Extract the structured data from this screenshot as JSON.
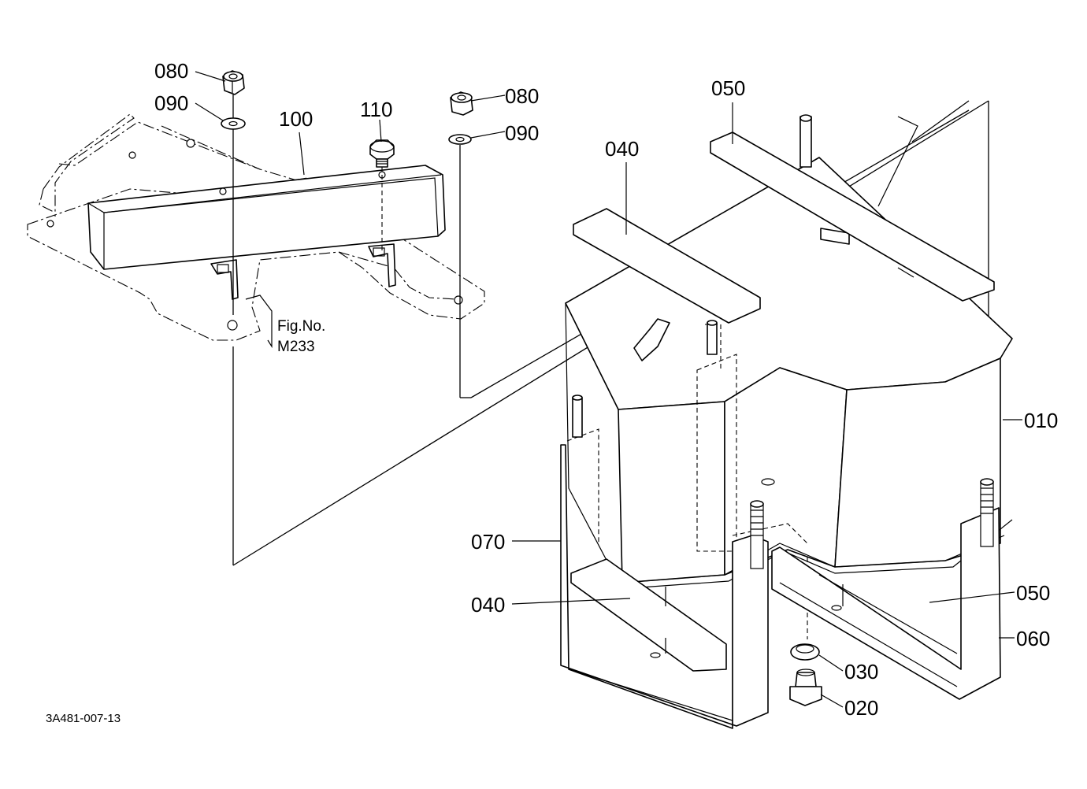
{
  "callouts": {
    "c080a": "080",
    "c090a": "090",
    "c100": "100",
    "c110": "110",
    "c080b": "080",
    "c090b": "090",
    "c050a": "050",
    "c040a": "040",
    "c010": "010",
    "c070": "070",
    "c040b": "040",
    "c050b": "050",
    "c060": "060",
    "c030": "030",
    "c020": "020"
  },
  "reference": {
    "fig_label": "Fig.No.",
    "fig_number": "M233"
  },
  "drawing_code": "3A481-007-13"
}
